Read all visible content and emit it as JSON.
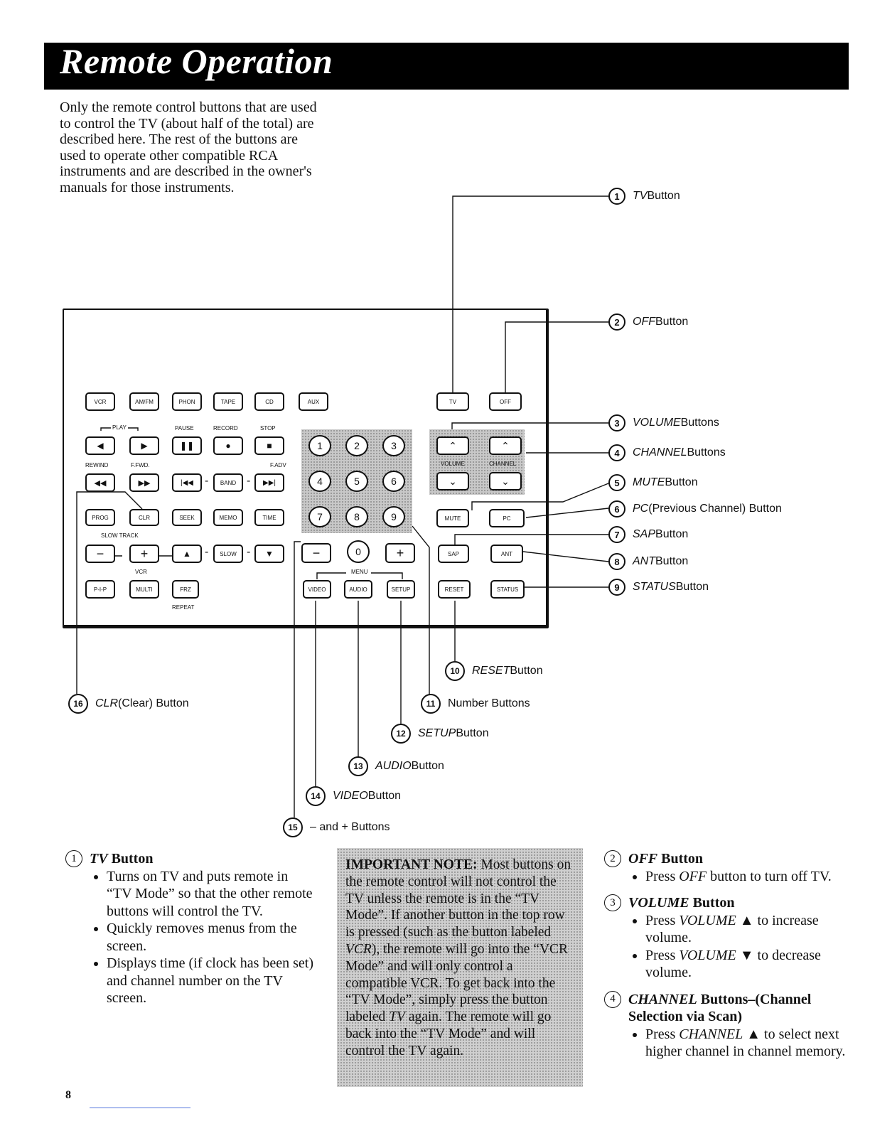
{
  "page": {
    "title": "Remote Operation",
    "intro": "Only the remote control buttons that are used to control the TV (about half of the total) are described here. The rest of the buttons are used to operate other compatible RCA instruments and are described in the owner's manuals for those instruments.",
    "page_number": "8"
  },
  "remote": {
    "top_row": [
      "VCR",
      "AM/FM",
      "PHON",
      "TAPE",
      "CD",
      "AUX"
    ],
    "tv": "TV",
    "off": "OFF",
    "play_label": "PLAY",
    "pause_label": "PAUSE",
    "record_label": "RECORD",
    "stop_label": "STOP",
    "rewind_label": "REWIND",
    "ffwd_label": "F.FWD.",
    "fadv_label": "F.ADV",
    "band": "BAND",
    "prog": "PROG",
    "clr": "CLR",
    "seek": "SEEK",
    "memo": "MEMO",
    "time": "TIME",
    "slow_track_label": "SLOW TRACK",
    "slow": "SLOW",
    "vcr_label": "VCR",
    "pip": "P-I-P",
    "multi": "MULTI",
    "frz": "FRZ",
    "repeat_label": "REPEAT",
    "numbers": [
      "1",
      "2",
      "3",
      "4",
      "5",
      "6",
      "7",
      "8",
      "9",
      "0"
    ],
    "minus": "−",
    "plus": "+",
    "menu_label": "MENU",
    "video": "VIDEO",
    "audio": "AUDIO",
    "setup": "SETUP",
    "volume_label": "VOLUME",
    "channel_label": "CHANNEL",
    "mute": "MUTE",
    "pc": "PC",
    "sap": "SAP",
    "ant": "ANT",
    "reset": "RESET",
    "status": "STATUS"
  },
  "callouts": [
    {
      "num": "1",
      "name": "TV",
      "rest": " Button"
    },
    {
      "num": "2",
      "name": "OFF",
      "rest": " Button"
    },
    {
      "num": "3",
      "name": "VOLUME",
      "rest": " Buttons"
    },
    {
      "num": "4",
      "name": "CHANNEL",
      "rest": " Buttons"
    },
    {
      "num": "5",
      "name": "MUTE",
      "rest": " Button"
    },
    {
      "num": "6",
      "name": "PC",
      "rest": " (Previous Channel) Button"
    },
    {
      "num": "7",
      "name": "SAP",
      "rest": " Button"
    },
    {
      "num": "8",
      "name": "ANT",
      "rest": " Button"
    },
    {
      "num": "9",
      "name": "STATUS",
      "rest": " Button"
    },
    {
      "num": "10",
      "name": "RESET",
      "rest": " Button"
    },
    {
      "num": "11",
      "name": "",
      "rest": "Number Buttons"
    },
    {
      "num": "12",
      "name": "SETUP",
      "rest": " Button"
    },
    {
      "num": "13",
      "name": "AUDIO",
      "rest": " Button"
    },
    {
      "num": "14",
      "name": "VIDEO",
      "rest": " Button"
    },
    {
      "num": "15",
      "name": "",
      "rest": "– and + Buttons"
    },
    {
      "num": "16",
      "name": "CLR",
      "rest": " (Clear) Button"
    }
  ],
  "sections": {
    "tv": {
      "num": "1",
      "name": "TV",
      "rest": " Button",
      "bullets": [
        "Turns on TV and puts remote in “TV Mode” so that the other remote buttons will control the TV.",
        "Quickly removes menus from the screen.",
        "Displays time (if clock has been set) and channel number on the TV screen."
      ]
    },
    "note": {
      "lead": "IMPORTANT NOTE:",
      "text1": " Most buttons on the remote control will not control the TV unless the remote is in the “TV Mode”. If another button in the top row is pressed (such as the button labeled ",
      "vcr": "VCR",
      "text2": "), the remote will go into the “VCR Mode” and will only control a compatible VCR. To get back into the “TV Mode”, simply press the button labeled ",
      "tv": "TV",
      "text3": " again. The remote will go back into the “TV Mode” and will control the TV again."
    },
    "off": {
      "num": "2",
      "name": "OFF",
      "rest": " Button",
      "b_pre": "Press ",
      "b_name": "OFF",
      "b_post": " button to turn off TV."
    },
    "volume": {
      "num": "3",
      "name": "VOLUME",
      "rest": " Button",
      "b1_pre": "Press ",
      "b1_name": "VOLUME",
      "b1_post": " ▲ to increase volume.",
      "b2_pre": "Press ",
      "b2_name": "VOLUME",
      "b2_post": " ▼ to decrease volume."
    },
    "channel": {
      "num": "4",
      "name": "CHANNEL",
      "rest": " Buttons–(Channel Selection via Scan)",
      "b_pre": "Press ",
      "b_name": "CHANNEL",
      "b_post": " ▲ to select next higher channel in channel memory."
    }
  }
}
